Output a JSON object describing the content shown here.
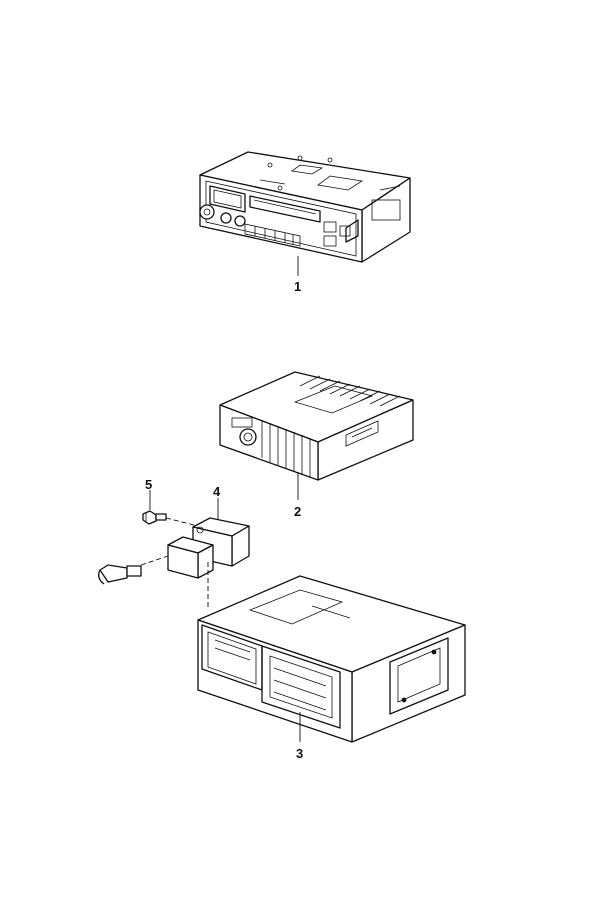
{
  "callouts": {
    "radio": "1",
    "amplifier": "2",
    "cd_changer": "3",
    "bracket": "4",
    "screw": "5"
  }
}
